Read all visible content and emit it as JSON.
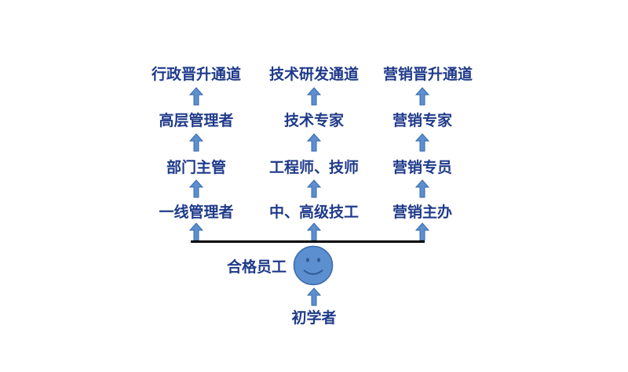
{
  "columns": [
    {
      "name": "management",
      "items": [
        "一线管理者",
        "部门主管",
        "高层管理者",
        "行政晋升通道"
      ]
    },
    {
      "name": "technical",
      "items": [
        "中、高级技工",
        "工程师、技师",
        "技术专家",
        "技术研发通道"
      ]
    },
    {
      "name": "marketing",
      "items": [
        "营销主办",
        "营销专员",
        "营销专家",
        "营销晋升通道"
      ]
    }
  ],
  "base": {
    "qualified": "合格员工",
    "beginner": "初学者"
  },
  "colors": {
    "text": "#1f3a8a",
    "arrow_fill": "#5b8fd0",
    "arrow_stroke": "#3a6aa8",
    "face_fill": "#5b8fd0"
  },
  "icons": {
    "arrow": "up-arrow-icon",
    "face": "smiley-face-icon"
  }
}
